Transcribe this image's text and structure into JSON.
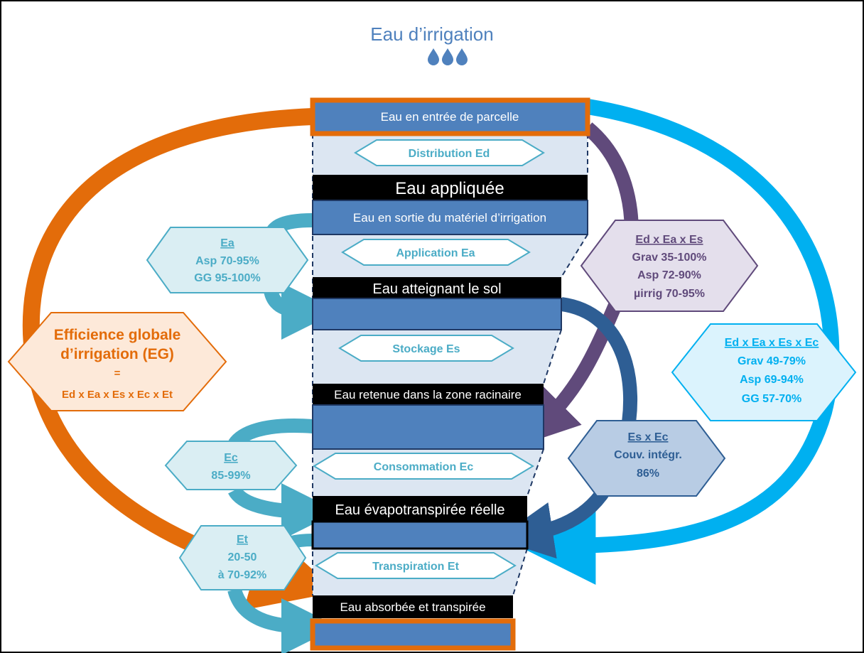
{
  "title": "Eau d’irrigation",
  "colors": {
    "orange": "#E36C0A",
    "light_blue": "#00B0F0",
    "teal": "#4BACC6",
    "purple": "#604A7B",
    "dark_blue": "#2E5E94",
    "bar_blue": "#4F81BD",
    "funnel": "#DCE6F2",
    "black": "#000000"
  },
  "icons": [
    "water-drop-icon",
    "water-drop-icon",
    "water-drop-icon"
  ],
  "stages": {
    "entree": "Eau en entrée de parcelle",
    "appliquee": "Eau appliquée",
    "sortie_materiel": "Eau en sortie du matériel d’irrigation",
    "atteignant_sol": "Eau atteignant  le sol",
    "retenue": "Eau retenue dans la zone racinaire",
    "evapo": "Eau évapotranspirée réelle",
    "absorbee": "Eau absorbée et transpirée"
  },
  "steps": {
    "distribution": "Distribution Ed",
    "application": "Application Ea",
    "stockage": "Stockage Es",
    "consommation": "Consommation Ec",
    "transpiration": "Transpiration Et"
  },
  "global": {
    "line1": "Efficience globale",
    "line2": "d’irrigation (EG)",
    "eq": "=",
    "formula": "Ed x Ea x Es x Ec x Et"
  },
  "ea": {
    "head": "Ea",
    "l1": "Asp 70-95%",
    "l2": "GG 95-100%"
  },
  "ec": {
    "head": "Ec",
    "l1": "85-99%"
  },
  "et": {
    "head": "Et",
    "l1": "20-50",
    "l2": "à 70-92%"
  },
  "edeaes": {
    "head": "Ed x Ea x Es",
    "l1": "Grav 35-100%",
    "l2": "Asp 72-90%",
    "l3": "µirrig 70-95%"
  },
  "edeaesec": {
    "head": "Ed x Ea x Es x Ec",
    "l1": "Grav 49-79%",
    "l2": "Asp 69-94%",
    "l3": "GG 57-70%"
  },
  "esec": {
    "head": "Es x Ec",
    "l1": "Couv. intégr.",
    "l2": "86%"
  }
}
